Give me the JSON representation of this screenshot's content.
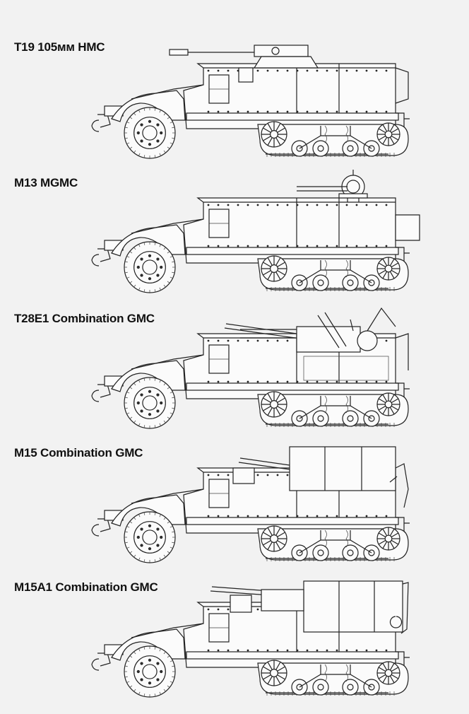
{
  "vehicles": [
    {
      "label": "T19 105мм HMC",
      "type": "howitzer"
    },
    {
      "label": "M13 MGMC",
      "type": "mg-turret"
    },
    {
      "label": "T28E1 Combination GMC",
      "type": "combination-open"
    },
    {
      "label": "M15 Combination GMC",
      "type": "combination-shielded"
    },
    {
      "label": "M15A1 Combination GMC",
      "type": "combination-shielded-a1"
    }
  ],
  "colors": {
    "background": "#f2f2f2",
    "line": "#222222",
    "text": "#111111"
  }
}
